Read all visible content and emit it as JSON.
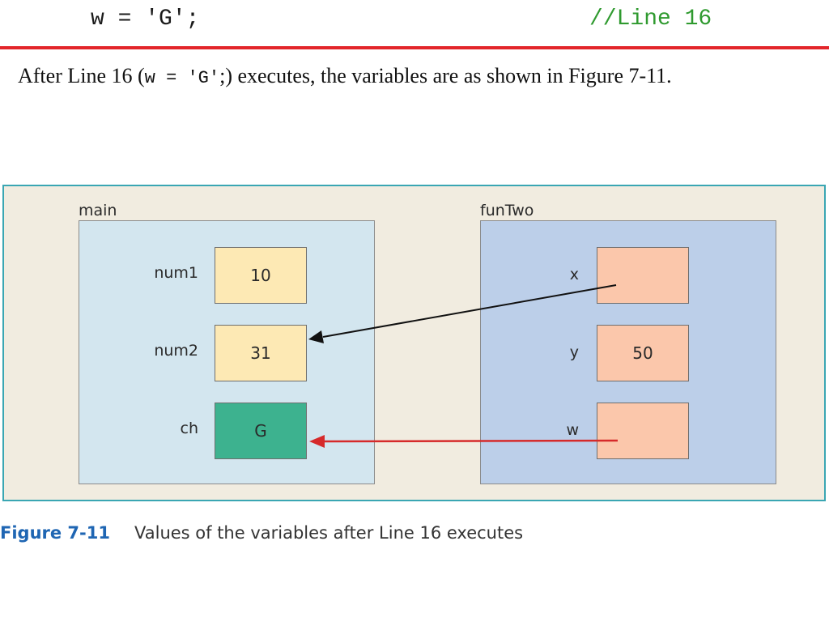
{
  "code": {
    "statement": "w = 'G';",
    "comment": "//Line 16"
  },
  "paragraph": {
    "before": "After Line 16 (",
    "code": "w = 'G'",
    "after": ";) executes, the variables are as shown in Figure 7-11."
  },
  "figure": {
    "main": {
      "title": "main",
      "vars": [
        {
          "label": "num1",
          "value": "10"
        },
        {
          "label": "num2",
          "value": "31"
        },
        {
          "label": "ch",
          "value": "G"
        }
      ]
    },
    "funTwo": {
      "title": "funTwo",
      "vars": [
        {
          "label": "x",
          "value": ""
        },
        {
          "label": "y",
          "value": "50"
        },
        {
          "label": "w",
          "value": ""
        }
      ]
    },
    "colors": {
      "accent_rule": "#e3262b",
      "comment": "#2f9a2f",
      "arrow_reference": "#111111",
      "arrow_pointer": "#d62a2a",
      "ch_cell": "#3db28f"
    }
  },
  "caption": {
    "number": "Figure 7-11",
    "text": "Values of the variables after Line 16 executes"
  }
}
